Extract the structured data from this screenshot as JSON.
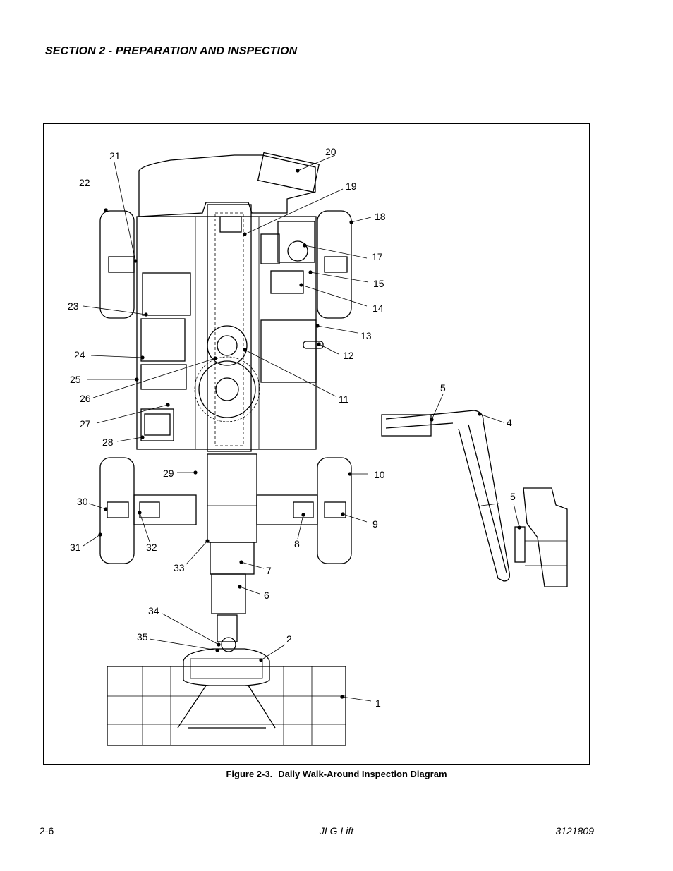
{
  "header": {
    "section_title": "SECTION 2 - PREPARATION AND INSPECTION"
  },
  "figure": {
    "caption_label": "Figure 2-3.",
    "caption_title": "Daily Walk-Around Inspection Diagram",
    "callouts": [
      "1",
      "2",
      "4",
      "5",
      "5",
      "6",
      "7",
      "8",
      "9",
      "10",
      "11",
      "12",
      "13",
      "14",
      "15",
      "17",
      "18",
      "19",
      "20",
      "21",
      "22",
      "23",
      "24",
      "25",
      "26",
      "27",
      "28",
      "29",
      "30",
      "31",
      "32",
      "33",
      "34",
      "35"
    ]
  },
  "footer": {
    "page_number": "2-6",
    "publisher": "– JLG Lift –",
    "doc_number": "3121809"
  }
}
